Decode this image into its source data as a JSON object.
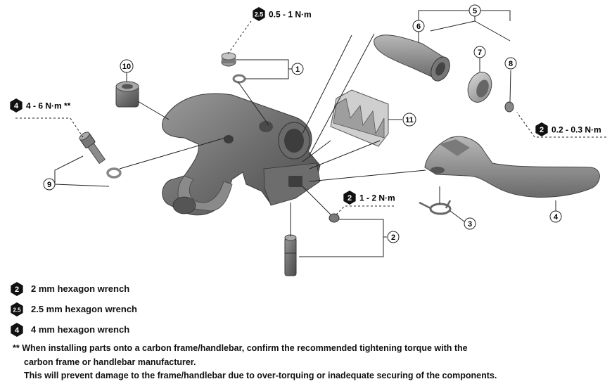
{
  "torque_specs": {
    "top": {
      "tool": "2.5",
      "value": "0.5 - 1 N·m"
    },
    "left": {
      "tool": "4",
      "value": "4 - 6 N·m **"
    },
    "right": {
      "tool": "2",
      "value": "0.2 - 0.3 N·m"
    },
    "center": {
      "tool": "2",
      "value": "1 - 2 N·m"
    }
  },
  "part_callouts": [
    "1",
    "2",
    "3",
    "4",
    "5",
    "6",
    "7",
    "8",
    "9",
    "10",
    "11"
  ],
  "legend": [
    {
      "tool": "2",
      "label": "2 mm hexagon wrench"
    },
    {
      "tool": "2.5",
      "label": "2.5 mm hexagon wrench"
    },
    {
      "tool": "4",
      "label": "4 mm hexagon wrench"
    }
  ],
  "note": {
    "line1": "** When installing parts onto a carbon frame/handlebar, confirm the recommended tightening torque with the",
    "line2": "carbon frame or handlebar manufacturer.",
    "line3": "This will prevent damage to the frame/handlebar due to over-torquing or inadequate securing of the components."
  },
  "colors": {
    "part_dark": "#5a5a5a",
    "part_mid": "#8c8c8c",
    "part_light": "#bdbdbd",
    "line": "#222222"
  }
}
